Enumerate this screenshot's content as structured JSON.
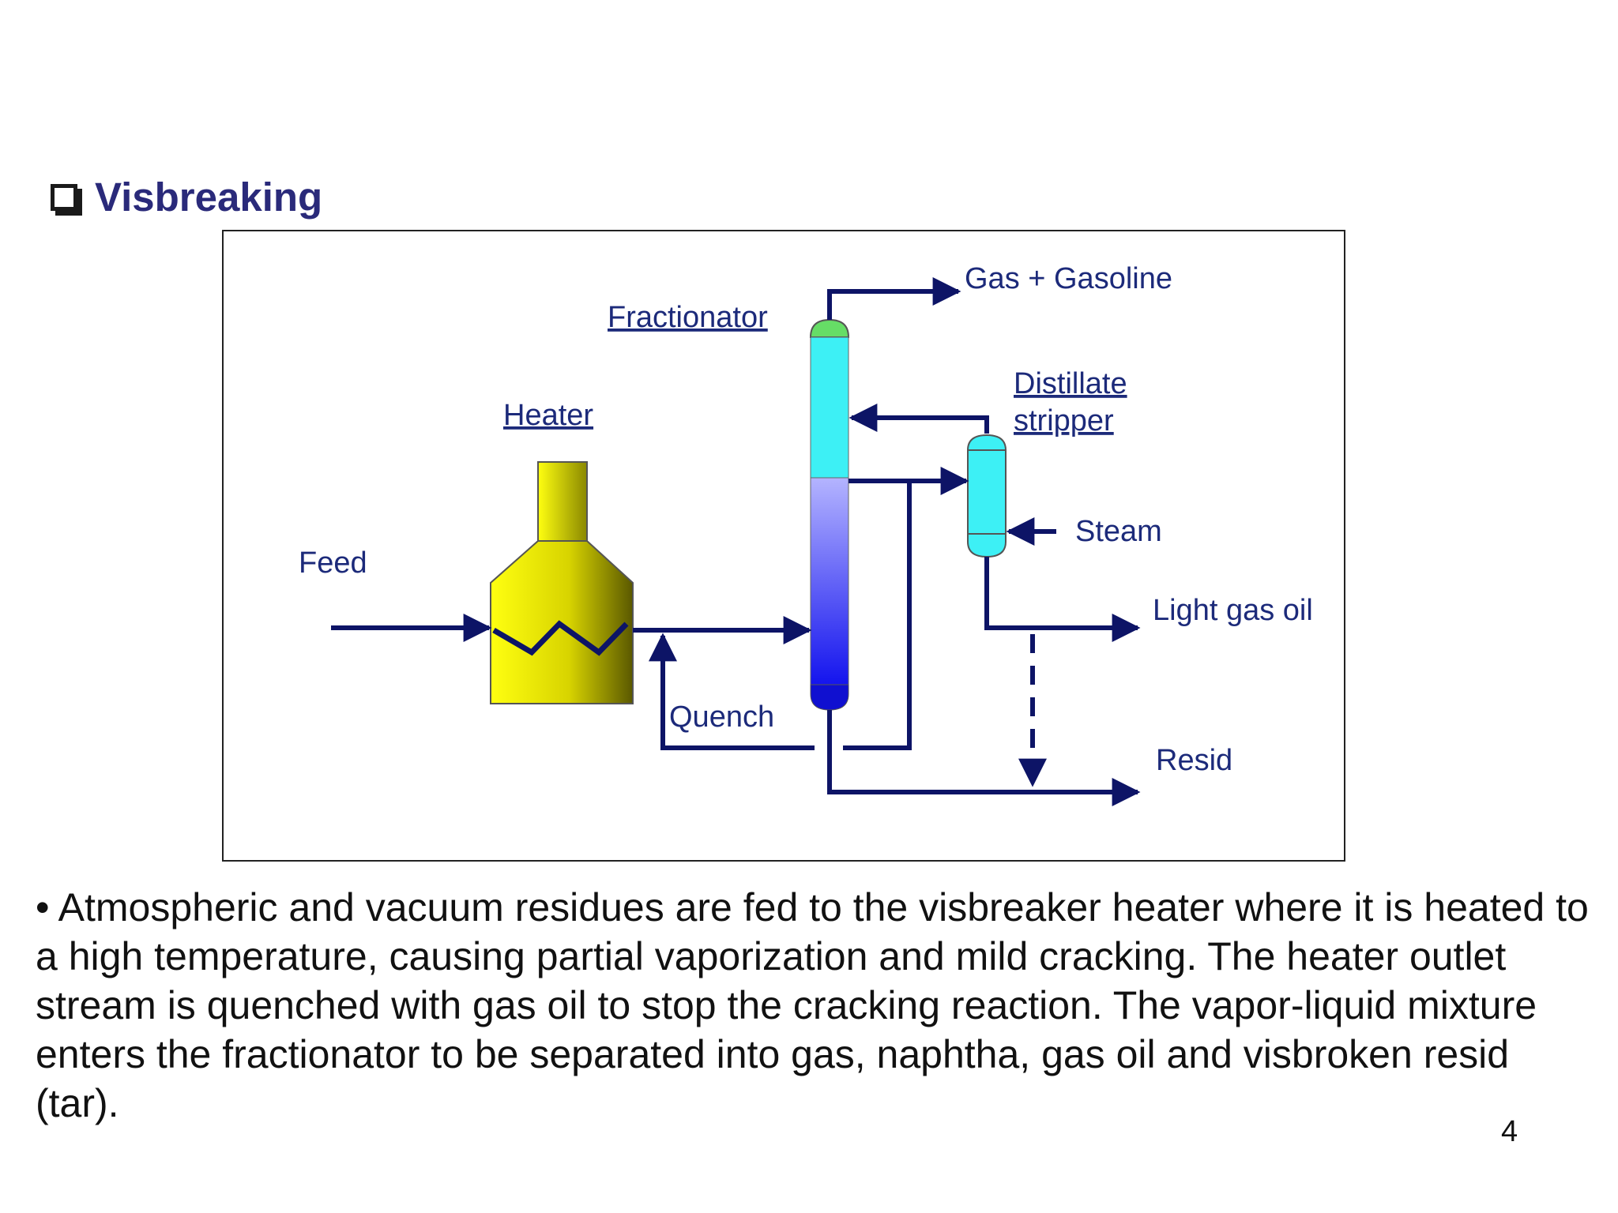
{
  "slide": {
    "heading": "Visbreaking",
    "bullet": "•",
    "body": "Atmospheric and vacuum residues are fed to the visbreaker heater where it is heated to a high temperature, causing partial vaporization and mild cracking. The heater outlet stream is quenched with gas oil to stop the cracking reaction. The vapor-liquid mixture enters the fractionator to be separated into gas, naphtha, gas oil and visbroken resid (tar).",
    "page_number": "4"
  },
  "diagram": {
    "labels": {
      "fractionator": "Fractionator",
      "heater": "Heater",
      "feed": "Feed",
      "quench": "Quench",
      "distillate_1": "Distillate",
      "distillate_2": "stripper",
      "steam": "Steam",
      "gas_gasoline": "Gas + Gasoline",
      "light_gas_oil": "Light gas oil",
      "resid": "Resid"
    },
    "colors": {
      "line": "#0d1466",
      "label": "#1c2a7a",
      "heater": "#d8d800",
      "column_top": "#3df0f5",
      "column_bottom": "#1a1aee",
      "cap_green": "#66dd66"
    }
  }
}
